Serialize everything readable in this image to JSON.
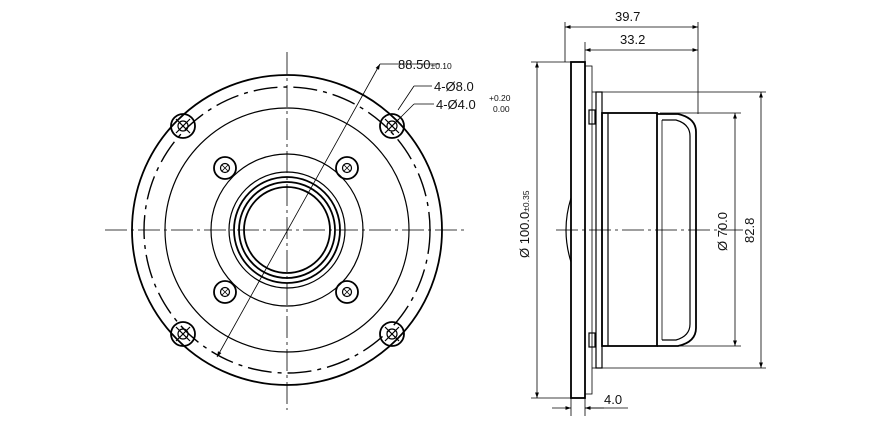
{
  "front_view": {
    "bolt_circle_dim": {
      "value": "88.50",
      "tol": "±0.10"
    },
    "holes_large": {
      "label": "4-Ø8.0"
    },
    "holes_small": {
      "prefix": "4-Ø4.0",
      "tol_upper": "+0.20",
      "tol_lower": "0.00"
    }
  },
  "side_view": {
    "overall_depth": "39.7",
    "body_depth": "33.2",
    "flange_diameter": {
      "value": "Ø 100.0",
      "tol": "±0.35"
    },
    "dome_diameter": "Ø 70.0",
    "body_height": "82.8",
    "flange_thickness": "4.0"
  }
}
